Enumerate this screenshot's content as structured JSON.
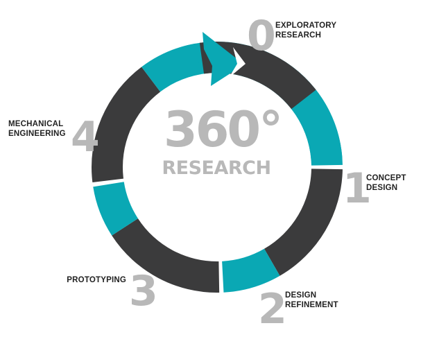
{
  "center": {
    "title": "360°",
    "subtitle": "RESEARCH"
  },
  "colors": {
    "teal": "#0aa8b4",
    "dark": "#3b3b3c",
    "gray_text": "#b8b8b8",
    "label_text": "#222222"
  },
  "stages": [
    {
      "number": "0",
      "label_lines": [
        "EXPLORATORY",
        "RESEARCH"
      ]
    },
    {
      "number": "1",
      "label_lines": [
        "CONCEPT",
        "DESIGN"
      ]
    },
    {
      "number": "2",
      "label_lines": [
        "DESIGN",
        "REFINEMENT"
      ]
    },
    {
      "number": "3",
      "label_lines": [
        "PROTOTYPING"
      ]
    },
    {
      "number": "4",
      "label_lines": [
        "MECHANICAL",
        "ENGINEERING"
      ]
    }
  ],
  "ring_segments": [
    {
      "color": "teal",
      "start_deg": -14,
      "end_deg": 89
    },
    {
      "color": "dark",
      "start_deg": 91,
      "end_deg": 150
    },
    {
      "color": "teal",
      "start_deg": 150,
      "end_deg": 177
    },
    {
      "color": "dark",
      "start_deg": 179,
      "end_deg": 237
    },
    {
      "color": "teal",
      "start_deg": 237,
      "end_deg": 261
    },
    {
      "color": "dark",
      "start_deg": 263,
      "end_deg": 323
    },
    {
      "color": "teal",
      "start_deg": 323,
      "end_deg": 350
    },
    {
      "color": "dark",
      "start_deg": 352,
      "end_deg": 412
    },
    {
      "color": "teal",
      "start_deg": 412,
      "end_deg": 446
    }
  ]
}
